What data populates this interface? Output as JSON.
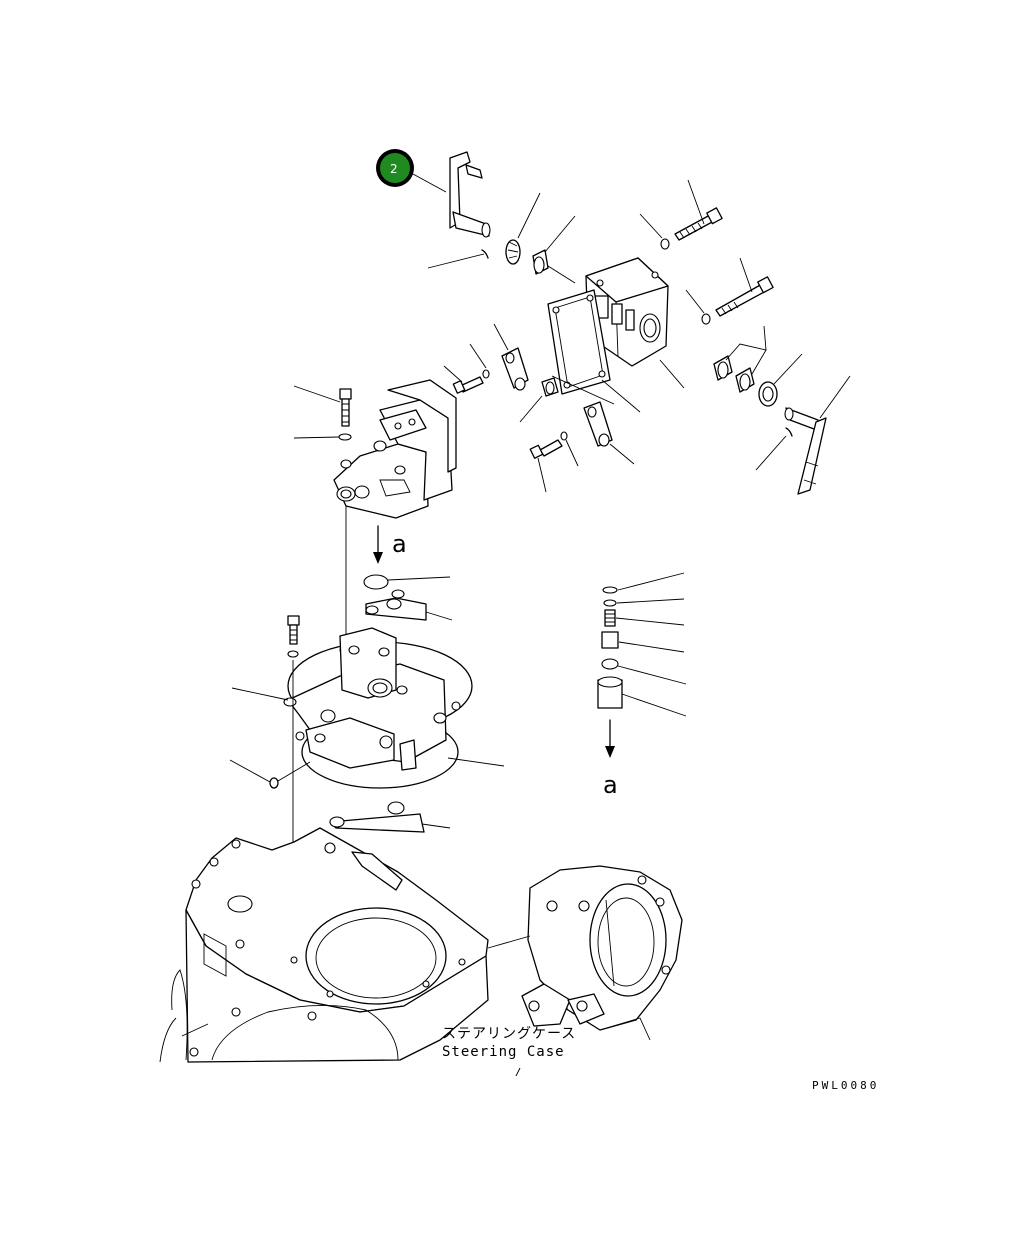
{
  "callouts": [
    {
      "number": "2",
      "fill": "#1f8a1f",
      "ring": "#000000"
    }
  ],
  "reference_marks": {
    "top_a": "a",
    "right_a": "a"
  },
  "labels": {
    "case_jp": "ステアリングケース",
    "case_en": "Steering Case"
  },
  "drawing_code": "PWL0080"
}
